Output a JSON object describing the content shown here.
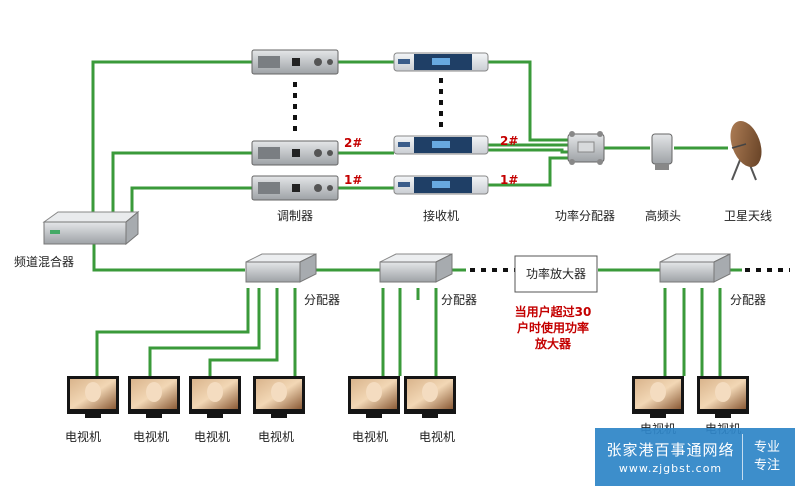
{
  "labels": {
    "modulator": "调制器",
    "receiver": "接收机",
    "power_divider": "功率分配器",
    "lnb": "高频头",
    "satellite_antenna": "卫星天线",
    "channel_mixer": "频道混合器",
    "splitter": "分配器",
    "amplifier": "功率放大器",
    "tv": "电视机",
    "channel_2": "2#",
    "channel_1": "1#"
  },
  "note": {
    "line1": "当用户超过30",
    "line2": "户时使用功率",
    "line3": "放大器"
  },
  "watermark": {
    "title": "张家港百事通网络",
    "url": "www.zjgbst.com",
    "tag_line1": "专业",
    "tag_line2": "专注"
  },
  "colors": {
    "cable": "#3a9a3a",
    "device_body": "#b9bcbe",
    "receiver_body": "#1f3f66",
    "note_red": "#c40000",
    "watermark_bg": "#2f86c8"
  }
}
